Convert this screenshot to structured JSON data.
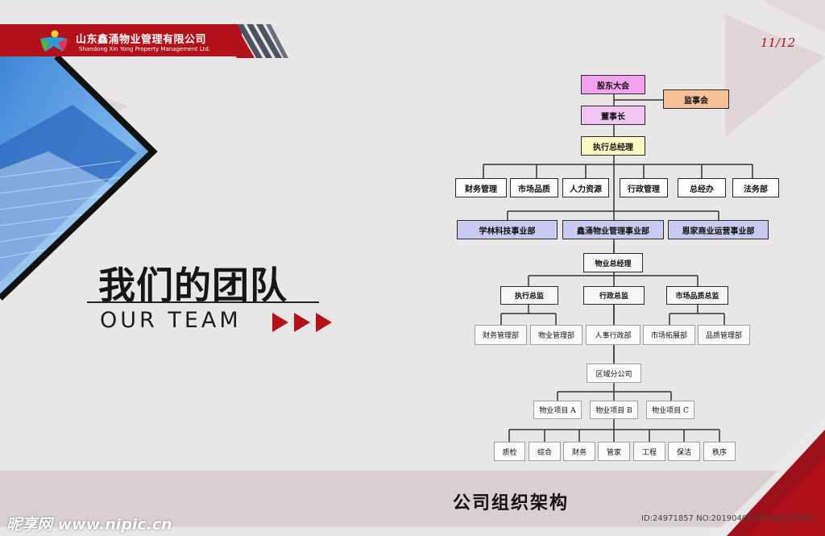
{
  "company": {
    "name_cn": "山东鑫涌物业管理有限公司",
    "name_en": "Shandong Xin Yong Property Management Ltd."
  },
  "page_number": "11/12",
  "team_title": {
    "cn": "我们的团队",
    "en": "OUR TEAM"
  },
  "org_title": "公司组织架构",
  "watermark": {
    "site": "昵享网 www.nipic.cn",
    "id": "ID:24971857 NO:20190401095002242086"
  },
  "colors": {
    "accent": "#b3121b",
    "shareholder": "#f2a2ee",
    "supervisor": "#f7c19a",
    "chairman": "#f1c4f1",
    "executive": "#fdfbc4",
    "division": "#c9cbf1"
  },
  "org": {
    "shareholders": "股东大会",
    "supervisors": "监事会",
    "chairman": "董事长",
    "ceo": "执行总经理",
    "departments": [
      "财务管理",
      "市场品质",
      "人力资源",
      "行政管理",
      "总经办",
      "法务部"
    ],
    "divisions": [
      "学林科技事业部",
      "鑫涌物业管理事业部",
      "恩家商业运营事业部"
    ],
    "property_gm": "物业总经理",
    "directors": [
      "执行总监",
      "行政总监",
      "市场品质总监"
    ],
    "sub_departments": [
      "财务管理部",
      "物业管理部",
      "人事行政部",
      "市场拓展部",
      "品质管理部"
    ],
    "regional_branch": "区域分公司",
    "projects": [
      "物业项目 A",
      "物业项目 B",
      "物业项目 C"
    ],
    "teams": [
      "质检",
      "综合",
      "财务",
      "管家",
      "工程",
      "保洁",
      "秩序"
    ]
  }
}
